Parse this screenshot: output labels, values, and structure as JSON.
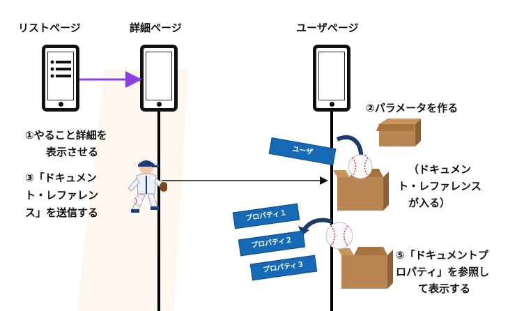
{
  "headers": {
    "list_page": "リストページ",
    "detail_page": "詳細ページ",
    "user_page": "ユーザページ"
  },
  "steps": {
    "step1_line1": "①やること詳細を",
    "step1_line2": "表示させる",
    "step2": "②パラメータを作る",
    "step3_line1": "③「ドキュメン",
    "step3_line2": "ト・レファレン",
    "step3_line3": "ス」を送信する",
    "step4_line1": "（ドキュメン",
    "step4_line2": "ト・レファレンス",
    "step4_line3": "が入る）",
    "step5_line1": "⑤「ドキュメントプ",
    "step5_line2": "ロパティ」を参照し",
    "step5_line3": "て表示する"
  },
  "tags": {
    "user": "ユーザ",
    "prop1": "プロパティ１",
    "prop2": "プロパティ２",
    "prop3": "プロパティ３"
  },
  "colors": {
    "tag_blue": "#1669b4",
    "arrow_purple": "#8a3fe0",
    "cardboard": "#b98552",
    "cardboard_dark": "#8f6236"
  },
  "icons": [
    "smartphone-icon",
    "baseball-player-icon",
    "cardboard-box-icon",
    "baseball-icon",
    "curved-arrow-icon"
  ]
}
